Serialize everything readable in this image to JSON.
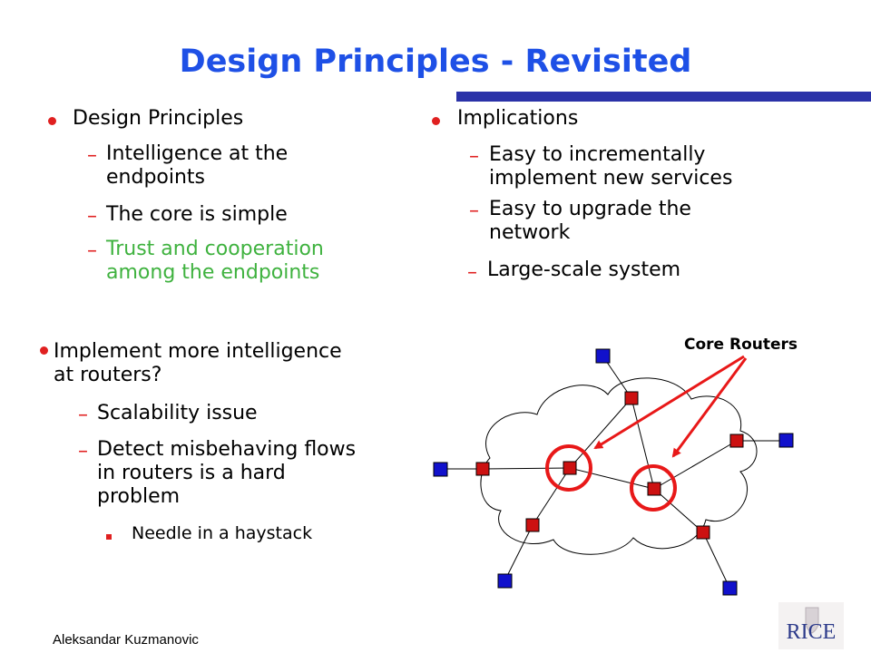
{
  "title": "Design Principles - Revisited",
  "left_top": {
    "heading": "Design Principles",
    "items": [
      "Intelligence at the endpoints",
      "The core is simple",
      "Trust and cooperation among the endpoints"
    ],
    "item_lines": [
      [
        "Intelligence at the",
        "endpoints"
      ],
      [
        "The core is simple"
      ],
      [
        "Trust and cooperation",
        "among the endpoints"
      ]
    ]
  },
  "right_top": {
    "heading": "Implications",
    "item_lines": [
      [
        "Easy to incrementally",
        "implement new services"
      ],
      [
        "Easy to upgrade the",
        "network"
      ],
      [
        "Large-scale system"
      ]
    ]
  },
  "left_bottom": {
    "heading_lines": [
      "Implement more intelligence",
      "at routers?"
    ],
    "item_lines": [
      [
        "Scalability issue"
      ],
      [
        "Detect misbehaving flows",
        "in routers is a hard",
        "problem"
      ]
    ],
    "sub_item": "Needle in a haystack"
  },
  "diagram": {
    "label": "Core Routers",
    "router_color": "#cc1111",
    "host_color": "#1111cc",
    "highlight_color": "#e81818"
  },
  "footer": "Aleksandar Kuzmanovic",
  "logo_text": "RICE",
  "colors": {
    "title": "#1e50e6",
    "rule": "#2a32a8",
    "accent": "#e02020",
    "green": "#3fb23f"
  }
}
